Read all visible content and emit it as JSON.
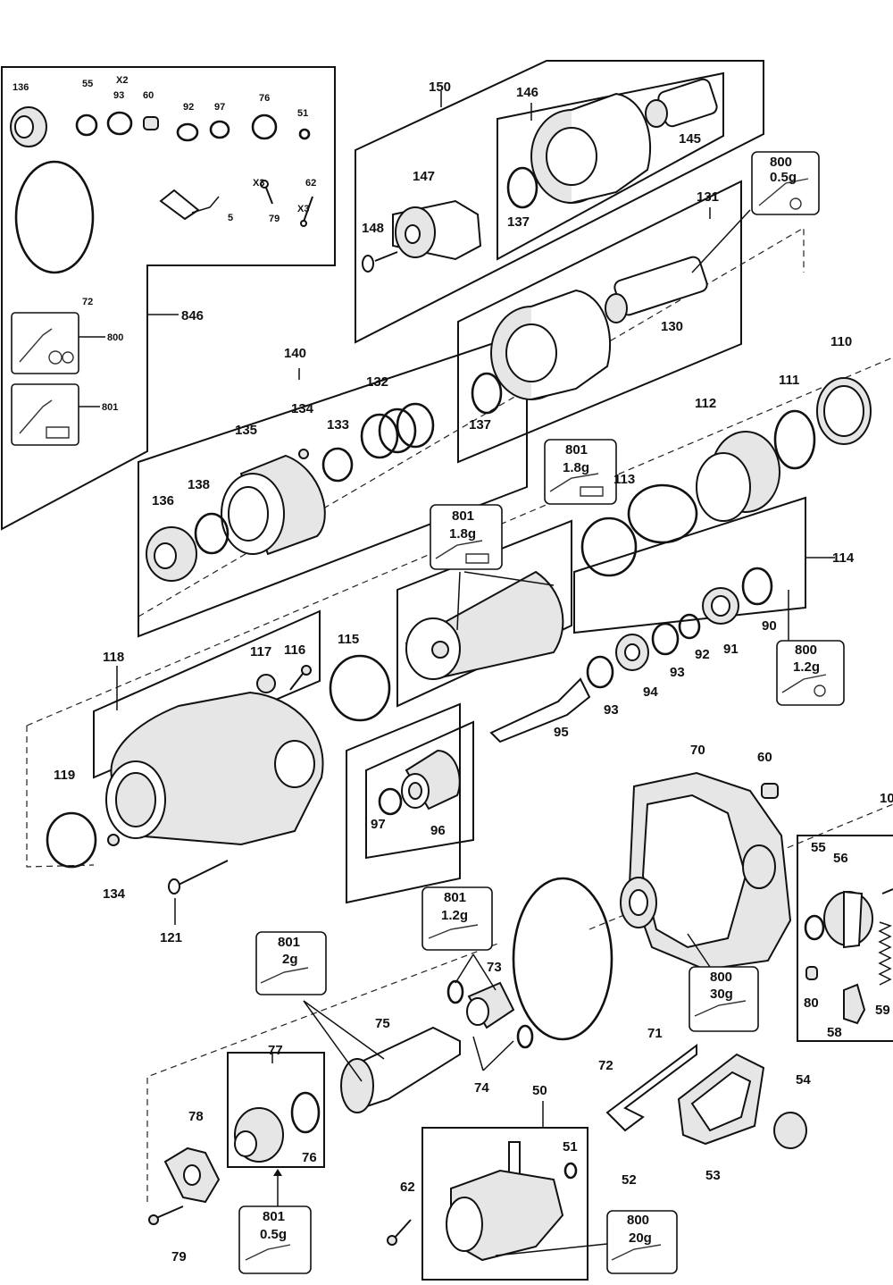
{
  "callouts": [
    {
      "id": "l136a",
      "text": "136"
    },
    {
      "id": "l55a",
      "text": "55"
    },
    {
      "id": "lx2",
      "text": "X2"
    },
    {
      "id": "l93a",
      "text": "93"
    },
    {
      "id": "l60a",
      "text": "60"
    },
    {
      "id": "l92a",
      "text": "92"
    },
    {
      "id": "l97a",
      "text": "97"
    },
    {
      "id": "l76a",
      "text": "76"
    },
    {
      "id": "l51a",
      "text": "51"
    },
    {
      "id": "lx3a",
      "text": "X3"
    },
    {
      "id": "l62a",
      "text": "62"
    },
    {
      "id": "lx3b",
      "text": "X3"
    },
    {
      "id": "l5",
      "text": "5"
    },
    {
      "id": "l79a",
      "text": "79"
    },
    {
      "id": "l72a",
      "text": "72"
    },
    {
      "id": "l800a",
      "text": "800"
    },
    {
      "id": "l801a",
      "text": "801"
    },
    {
      "id": "l846",
      "text": "846"
    },
    {
      "id": "l150",
      "text": "150"
    },
    {
      "id": "l146",
      "text": "146"
    },
    {
      "id": "l145",
      "text": "145"
    },
    {
      "id": "l147",
      "text": "147"
    },
    {
      "id": "l148",
      "text": "148"
    },
    {
      "id": "l137a",
      "text": "137"
    },
    {
      "id": "l131",
      "text": "131"
    },
    {
      "id": "l130",
      "text": "130"
    },
    {
      "id": "l137b",
      "text": "137"
    },
    {
      "id": "l140",
      "text": "140"
    },
    {
      "id": "l132",
      "text": "132"
    },
    {
      "id": "l134a",
      "text": "134"
    },
    {
      "id": "l133",
      "text": "133"
    },
    {
      "id": "l135",
      "text": "135"
    },
    {
      "id": "l136b",
      "text": "136"
    },
    {
      "id": "l138",
      "text": "138"
    },
    {
      "id": "l110",
      "text": "110"
    },
    {
      "id": "l111",
      "text": "111"
    },
    {
      "id": "l112",
      "text": "112"
    },
    {
      "id": "l113",
      "text": "113"
    },
    {
      "id": "l114",
      "text": "114"
    },
    {
      "id": "l90",
      "text": "90"
    },
    {
      "id": "l91",
      "text": "91"
    },
    {
      "id": "l92b",
      "text": "92"
    },
    {
      "id": "l93b",
      "text": "93"
    },
    {
      "id": "l94",
      "text": "94"
    },
    {
      "id": "l93c",
      "text": "93"
    },
    {
      "id": "l95",
      "text": "95"
    },
    {
      "id": "l115",
      "text": "115"
    },
    {
      "id": "l118",
      "text": "118"
    },
    {
      "id": "l117",
      "text": "117"
    },
    {
      "id": "l116",
      "text": "116"
    },
    {
      "id": "l119",
      "text": "119"
    },
    {
      "id": "l134b",
      "text": "134"
    },
    {
      "id": "l121",
      "text": "121"
    },
    {
      "id": "l97b",
      "text": "97"
    },
    {
      "id": "l96",
      "text": "96"
    },
    {
      "id": "l70",
      "text": "70"
    },
    {
      "id": "l60b",
      "text": "60"
    },
    {
      "id": "l10",
      "text": "10"
    },
    {
      "id": "l55b",
      "text": "55"
    },
    {
      "id": "l56",
      "text": "56"
    },
    {
      "id": "l80",
      "text": "80"
    },
    {
      "id": "l58",
      "text": "58"
    },
    {
      "id": "l59",
      "text": "59"
    },
    {
      "id": "l71",
      "text": "71"
    },
    {
      "id": "l72b",
      "text": "72"
    },
    {
      "id": "l73",
      "text": "73"
    },
    {
      "id": "l74",
      "text": "74"
    },
    {
      "id": "l75",
      "text": "75"
    },
    {
      "id": "l77",
      "text": "77"
    },
    {
      "id": "l76b",
      "text": "76"
    },
    {
      "id": "l78",
      "text": "78"
    },
    {
      "id": "l79b",
      "text": "79"
    },
    {
      "id": "l50",
      "text": "50"
    },
    {
      "id": "l51b",
      "text": "51"
    },
    {
      "id": "l62b",
      "text": "62"
    },
    {
      "id": "l52",
      "text": "52"
    },
    {
      "id": "l53",
      "text": "53"
    },
    {
      "id": "l54",
      "text": "54"
    }
  ],
  "grease_badges": [
    {
      "id": "b800_05",
      "code": "800",
      "qty": "0.5g"
    },
    {
      "id": "b801_18a",
      "code": "801",
      "qty": "1.8g"
    },
    {
      "id": "b801_18b",
      "code": "801",
      "qty": "1.8g"
    },
    {
      "id": "b800_12",
      "code": "800",
      "qty": "1.2g"
    },
    {
      "id": "b801_12",
      "code": "801",
      "qty": "1.2g"
    },
    {
      "id": "b801_2",
      "code": "801",
      "qty": "2g"
    },
    {
      "id": "b800_30",
      "code": "800",
      "qty": "30g"
    },
    {
      "id": "b801_05",
      "code": "801",
      "qty": "0.5g"
    },
    {
      "id": "b800_20",
      "code": "800",
      "qty": "20g"
    }
  ]
}
